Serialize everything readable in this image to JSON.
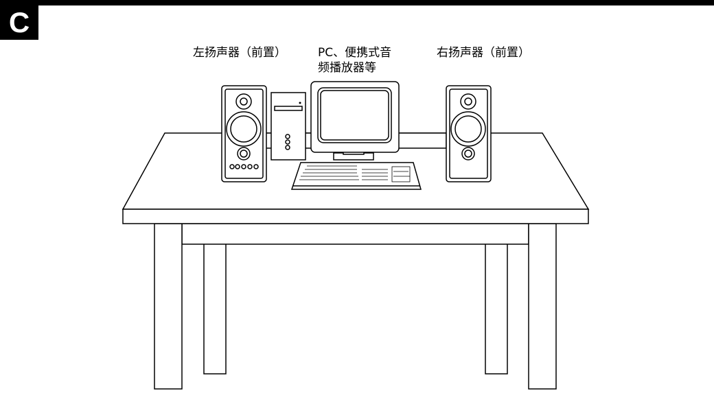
{
  "badge": "C",
  "labels": {
    "left_speaker": "左扬声器（前置）",
    "center_line1": "PC、便携式音",
    "center_line2": "频播放器等",
    "right_speaker": "右扬声器（前置）"
  }
}
